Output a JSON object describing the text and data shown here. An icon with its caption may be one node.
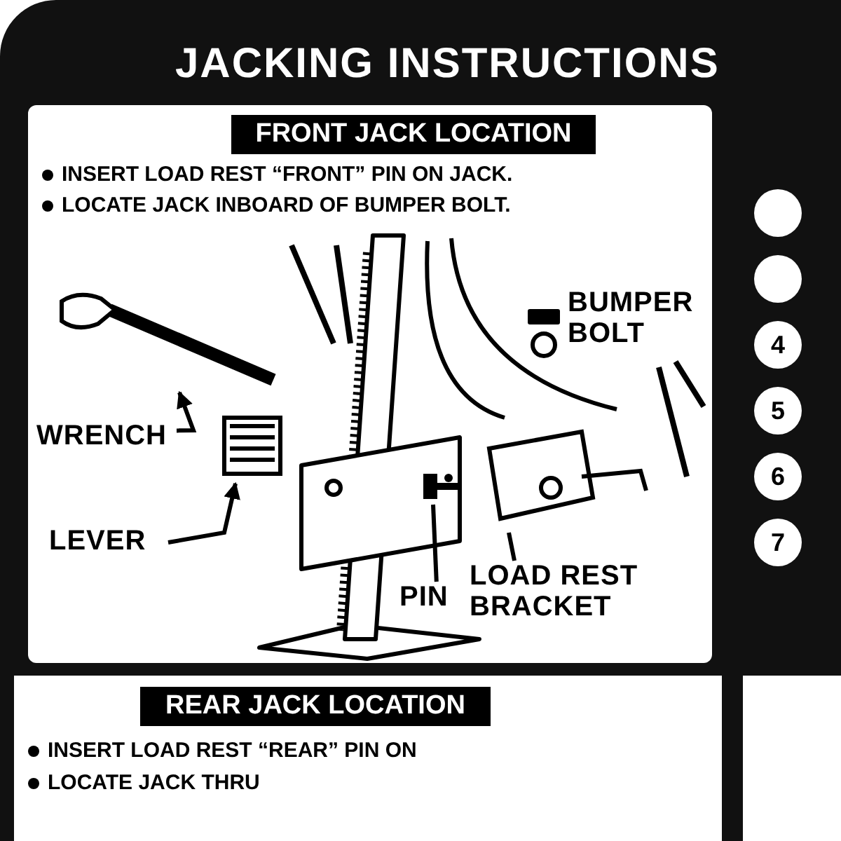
{
  "diagram": {
    "title": "JACKING INSTRUCTIONS",
    "nodes": [
      {
        "text": [
          "FRONT JACK LOCATION"
        ]
      },
      {
        "text": [
          "BUMPER BOLT"
        ]
      },
      {
        "text": [],
        "shape": "picture"
      },
      {
        "text": [
          "WRENCH"
        ]
      },
      {
        "text": [],
        "shape": "picture"
      },
      {
        "text": [
          "LEVER"
        ]
      },
      {
        "text": [],
        "shape": "picture"
      },
      {
        "text": [
          "PIN"
        ]
      },
      {
        "text": [],
        "shape": "picture"
      },
      {
        "text": [
          "LOAD REST BRACKET"
        ]
      },
      {
        "text": [],
        "shape": "circle"
      },
      {
        "text": [],
        "shape": "circle"
      },
      {
        "text": [
          "4"
        ]
      },
      {
        "text": [
          "5"
        ]
      },
      {
        "text": [
          "6"
        ]
      },
      {
        "text": [
          "7"
        ]
      },
      {
        "text": [
          "REAR JACK LOCATION"
        ]
      }
    ],
    "edges": [
      {
        "from": 3,
        "to": 2,
        "arrow": "to"
      },
      {
        "from": 5,
        "to": 4,
        "arrow": "to"
      },
      {
        "from": 7,
        "to": 6,
        "arrow": "none"
      },
      {
        "from": 9,
        "to": 8,
        "arrow": "none"
      }
    ],
    "labels": [
      "INSERT LOAD REST “FRONT” PIN ON JACK.",
      "LOCATE JACK INBOARD OF BUMPER BOLT.",
      "INSERT LOAD REST “REAR” PIN ON",
      "LOCATE JACK THRU"
    ]
  }
}
